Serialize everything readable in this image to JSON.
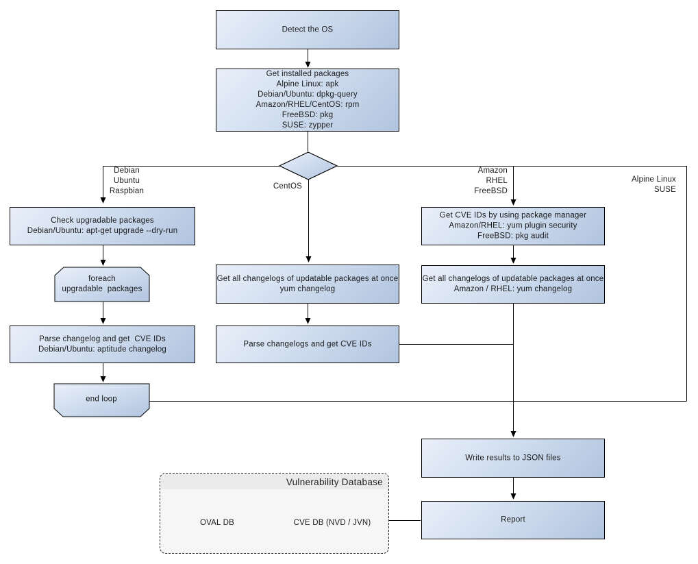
{
  "nodes": {
    "detect_os": {
      "label": "Detect the OS"
    },
    "get_installed_packages": {
      "label": "Get installed packages\nAlpine Linux: apk\nDebian/Ubuntu: dpkg-query\nAmazon/RHEL/CentOS: rpm\nFreeBSD: pkg\nSUSE: zypper"
    },
    "check_upgradable": {
      "label": "Check upgradable packages\nDebian/Ubuntu: apt-get upgrade --dry-run"
    },
    "foreach_loop": {
      "label": "foreach\nupgradable  packages"
    },
    "parse_changelog_deb": {
      "label": "Parse changelog and get  CVE IDs\nDebian/Ubuntu: aptitude changelog"
    },
    "end_loop": {
      "label": "end loop"
    },
    "get_changelogs_centos": {
      "label": "Get all changelogs of updatable packages at once\nyum changelog"
    },
    "parse_changelogs_centos": {
      "label": "Parse changelogs and get CVE IDs"
    },
    "get_cve_ids_pkg_mgr": {
      "label": "Get CVE IDs by using package manager\nAmazon/RHEL: yum plugin security\nFreeBSD: pkg audit"
    },
    "get_changelogs_amazon": {
      "label": "Get all changelogs of updatable packages at once\nAmazon / RHEL: yum changelog"
    },
    "write_results": {
      "label": "Write results to JSON files"
    },
    "report": {
      "label": "Report"
    }
  },
  "branch_labels": {
    "debian": "Debian\nUbuntu\nRaspbian",
    "centos": "CentOS",
    "amazon": "Amazon\nRHEL\nFreeBSD",
    "alpine": "Alpine Linux\nSUSE"
  },
  "database": {
    "title": "Vulnerability Database",
    "oval_db": "OVAL DB",
    "cve_db": "CVE DB (NVD / JVN)"
  },
  "colors": {
    "node_gradient_start": "#e9eff9",
    "node_gradient_end": "#b1c4df",
    "line": "#000000",
    "container_bg": "#f6f6f6",
    "container_header_bg": "#ebebeb"
  }
}
